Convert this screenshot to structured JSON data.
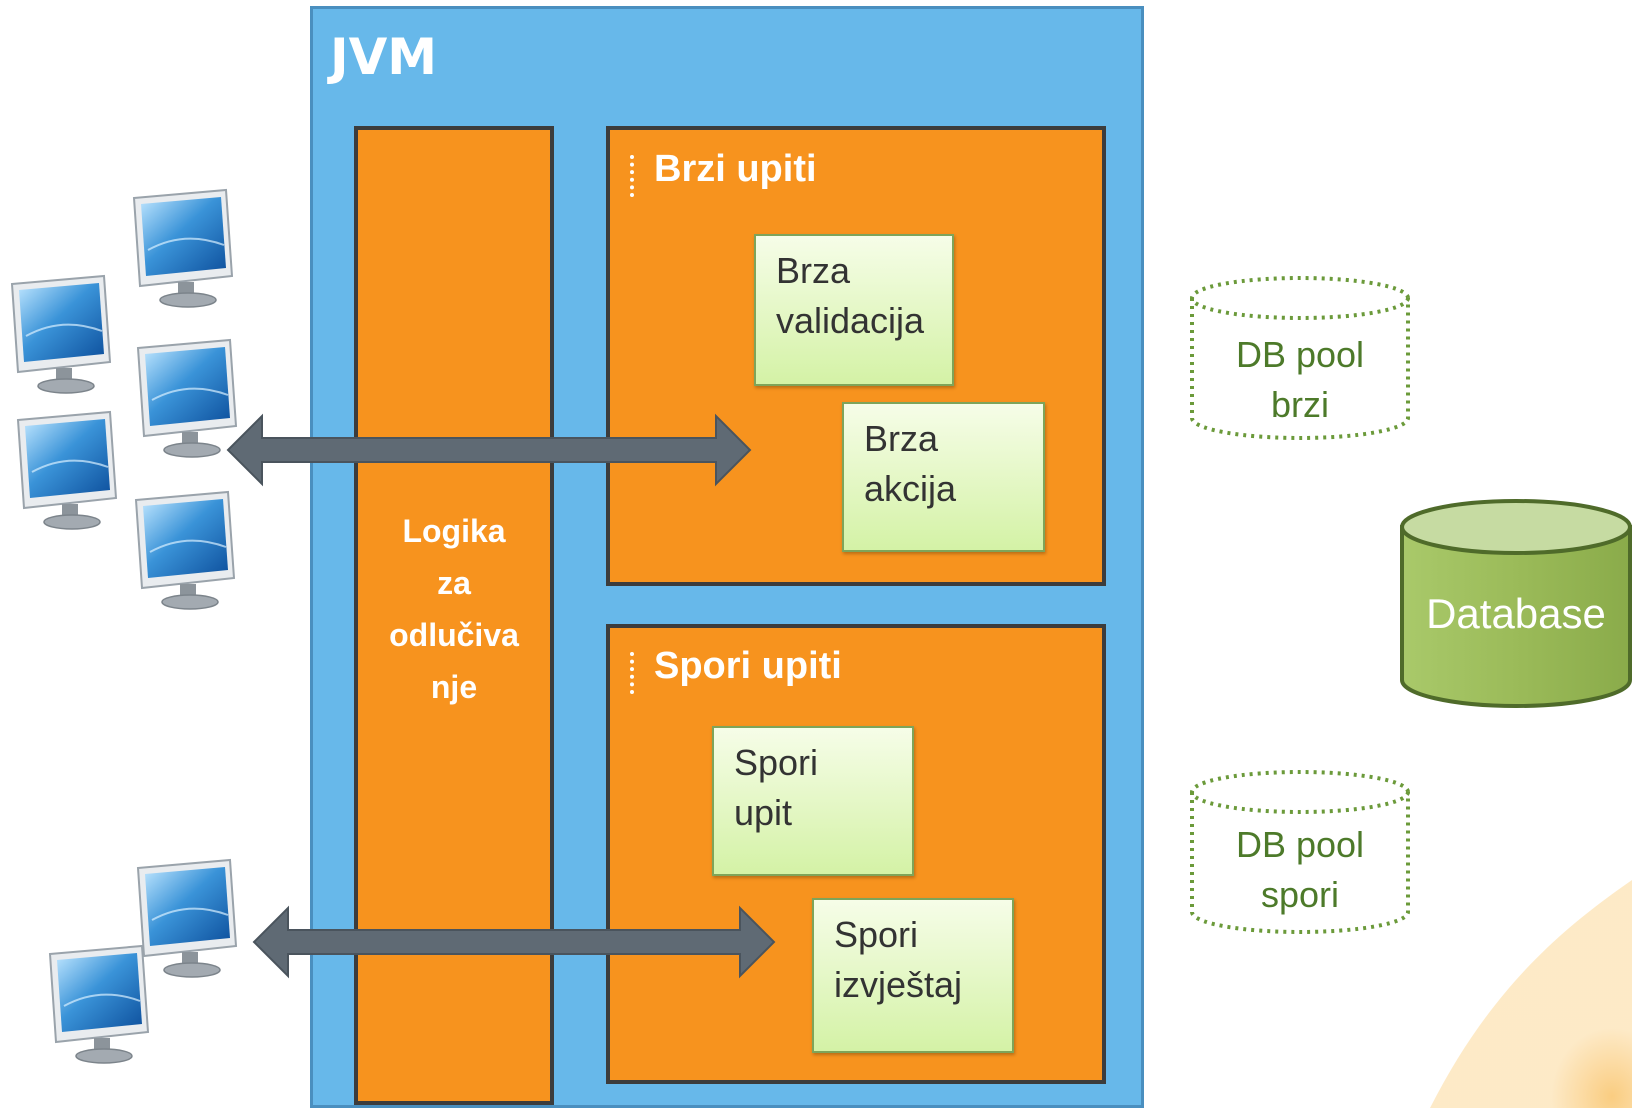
{
  "jvm": {
    "title": "JVM"
  },
  "logic": {
    "lines": [
      "Logika",
      "za",
      "odlučiva",
      "nje"
    ]
  },
  "fast_group": {
    "title": "Brzi upiti",
    "tasks": [
      {
        "lines": [
          "Brza",
          "validacija"
        ]
      },
      {
        "lines": [
          "Brza",
          "akcija"
        ]
      }
    ]
  },
  "slow_group": {
    "title": "Spori upiti",
    "tasks": [
      {
        "lines": [
          "Spori",
          "upit"
        ]
      },
      {
        "lines": [
          "Spori",
          "izvještaj"
        ]
      }
    ]
  },
  "pools": {
    "fast": [
      "DB pool",
      "brzi"
    ],
    "slow": [
      "DB pool",
      "spori"
    ]
  },
  "database": {
    "label": "Database"
  },
  "colors": {
    "jvm_fill": "#67b8ea",
    "module_fill": "#f7931e",
    "task_fill": "#d4f2a6",
    "database_fill": "#9bbb59",
    "arrow": "#5f6a74",
    "pool_outline": "#6b9a3a"
  },
  "icons": {
    "client": "computer-monitor-icon"
  }
}
